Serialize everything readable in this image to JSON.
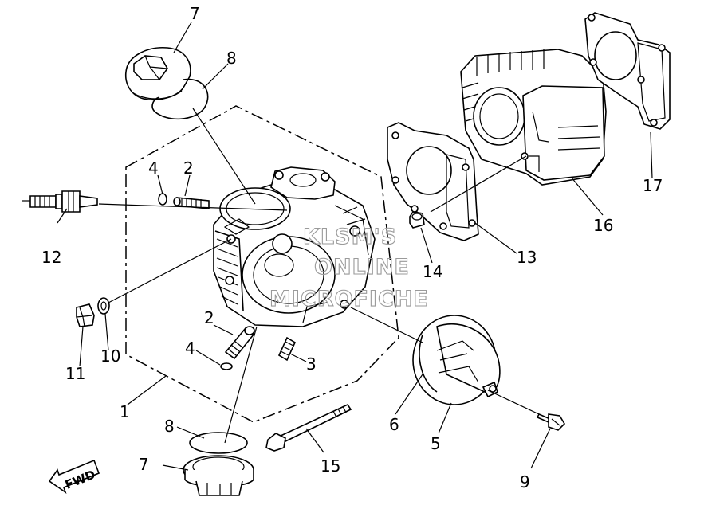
{
  "diagram": {
    "callouts": {
      "n1": "1",
      "n2a": "2",
      "n2b": "2",
      "n3": "3",
      "n4a": "4",
      "n4b": "4",
      "n5": "5",
      "n6": "6",
      "n7a": "7",
      "n7b": "7",
      "n8a": "8",
      "n8b": "8",
      "n9": "9",
      "n10": "10",
      "n11": "11",
      "n12": "12",
      "n13": "13",
      "n14": "14",
      "n15": "15",
      "n16": "16",
      "n17": "17"
    },
    "watermark": {
      "line1": "KLSM'S",
      "line2": "ONLINE",
      "line3": "MICROFICHE"
    },
    "direction_arrow": {
      "label": "FWD"
    }
  }
}
